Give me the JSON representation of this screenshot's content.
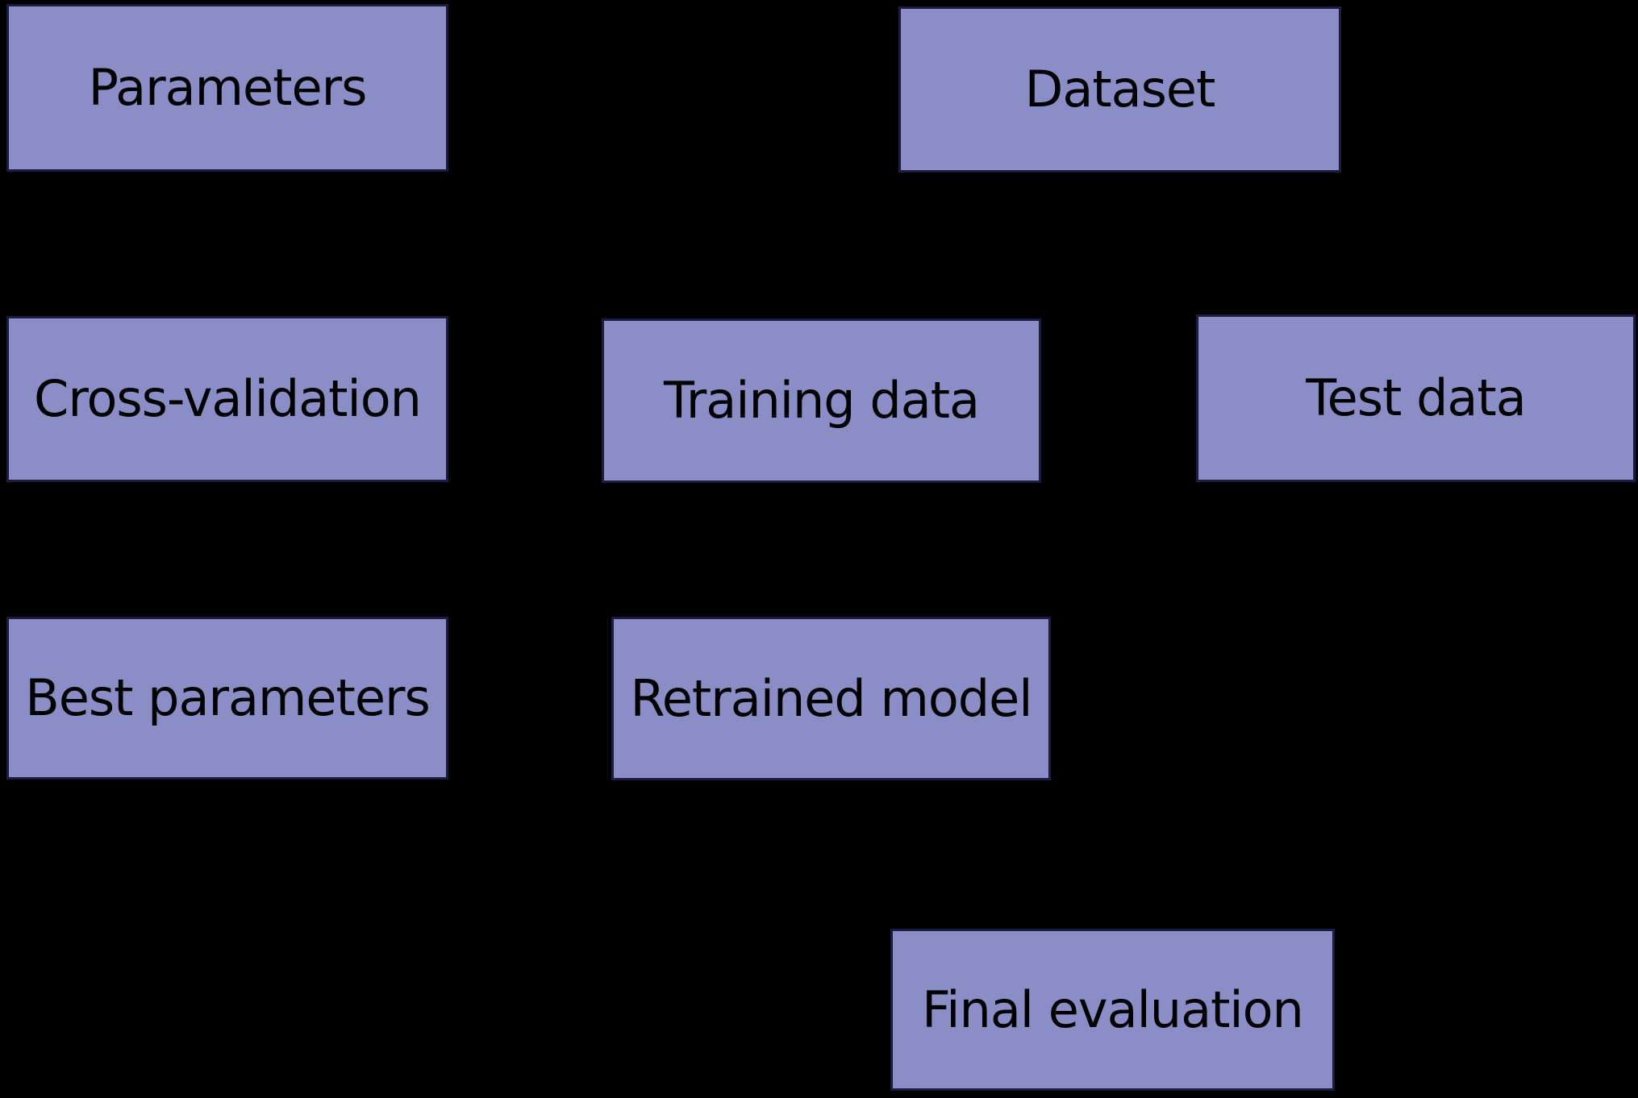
{
  "diagram": {
    "background_color": "#000000",
    "node_fill_color": "#8a8dc6",
    "node_border_color": "#1c1c40",
    "node_text_color": "#000000",
    "nodes": [
      {
        "id": "parameters",
        "label": "Parameters"
      },
      {
        "id": "dataset",
        "label": "Dataset"
      },
      {
        "id": "cross-validation",
        "label": "Cross-validation"
      },
      {
        "id": "training-data",
        "label": "Training data"
      },
      {
        "id": "test-data",
        "label": "Test data"
      },
      {
        "id": "best-parameters",
        "label": "Best parameters"
      },
      {
        "id": "retrained-model",
        "label": "Retrained model"
      },
      {
        "id": "final-evaluation",
        "label": "Final evaluation"
      }
    ]
  }
}
